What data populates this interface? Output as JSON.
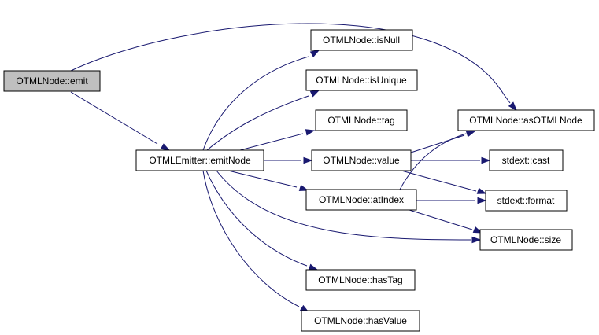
{
  "graph": {
    "edge_color": "#191970",
    "root_fill": "#bfbfbf",
    "nodes": {
      "emit": "OTMLNode::emit",
      "emitNode": "OTMLEmitter::emitNode",
      "isNull": "OTMLNode::isNull",
      "isUnique": "OTMLNode::isUnique",
      "tag": "OTMLNode::tag",
      "value": "OTMLNode::value",
      "atIndex": "OTMLNode::atIndex",
      "hasTag": "OTMLNode::hasTag",
      "hasValue": "OTMLNode::hasValue",
      "asOTMLNode": "OTMLNode::asOTMLNode",
      "cast": "stdext::cast",
      "format": "stdext::format",
      "size": "OTMLNode::size"
    },
    "edges": [
      [
        "emit",
        "asOTMLNode"
      ],
      [
        "emit",
        "emitNode"
      ],
      [
        "emitNode",
        "isNull"
      ],
      [
        "emitNode",
        "isUnique"
      ],
      [
        "emitNode",
        "tag"
      ],
      [
        "emitNode",
        "value"
      ],
      [
        "emitNode",
        "atIndex"
      ],
      [
        "emitNode",
        "size"
      ],
      [
        "emitNode",
        "hasTag"
      ],
      [
        "emitNode",
        "hasValue"
      ],
      [
        "value",
        "asOTMLNode"
      ],
      [
        "value",
        "cast"
      ],
      [
        "value",
        "format"
      ],
      [
        "atIndex",
        "asOTMLNode"
      ],
      [
        "atIndex",
        "format"
      ],
      [
        "atIndex",
        "size"
      ]
    ]
  }
}
